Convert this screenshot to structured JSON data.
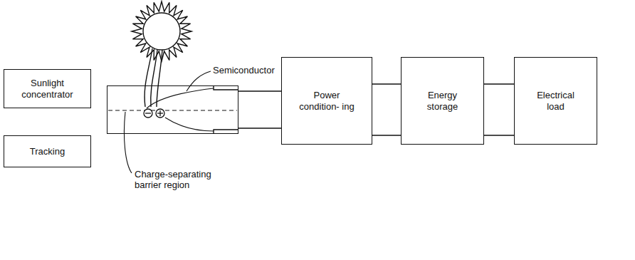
{
  "diagram": {
    "nodes": [
      {
        "text": [
          "Sunlight concentrator"
        ]
      },
      {
        "text": [
          "Tracking"
        ]
      },
      {
        "text": [
          "Semiconductor",
          "Charge-separating barrier region"
        ]
      },
      {
        "text": [
          "Power condition- ing"
        ]
      },
      {
        "text": [
          "Energy storage"
        ]
      },
      {
        "text": [
          "Electrical load"
        ]
      }
    ],
    "edges": [
      {
        "from": 2,
        "to": 3,
        "arrow": "none"
      },
      {
        "from": 2,
        "to": 3,
        "arrow": "none"
      },
      {
        "from": 3,
        "to": 4,
        "arrow": "none"
      },
      {
        "from": 3,
        "to": 4,
        "arrow": "none"
      },
      {
        "from": 4,
        "to": 5,
        "arrow": "none"
      },
      {
        "from": 4,
        "to": 5,
        "arrow": "none"
      }
    ]
  }
}
